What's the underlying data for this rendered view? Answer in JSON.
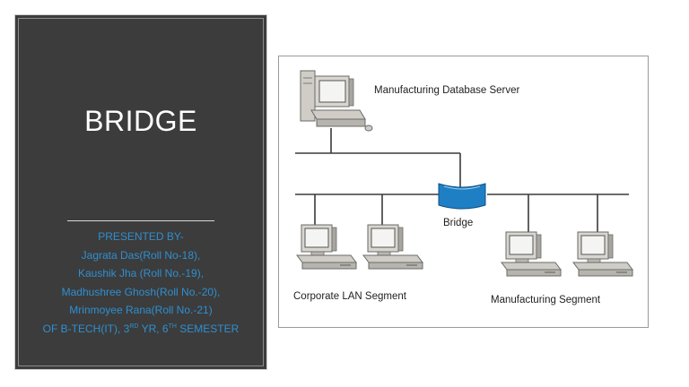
{
  "slide": {
    "title": "BRIDGE",
    "presented_by": "PRESENTED BY-",
    "presenters": [
      "Jagrata Das(Roll No-18),",
      "Kaushik Jha (Roll No.-19),",
      "Madhushree Ghosh(Roll No.-20),",
      "Mrinmoyee Rana(Roll No.-21)"
    ],
    "course": {
      "prefix": "OF B-TECH(IT), 3",
      "year_sup": "RD",
      "mid": " YR, 6",
      "sem_sup": "TH",
      "suffix": " SEMESTER"
    }
  },
  "diagram": {
    "server_label": "Manufacturing Database Server",
    "bridge_label": "Bridge",
    "corporate_label": "Corporate LAN Segment",
    "manufacturing_label": "Manufacturing Segment"
  },
  "colors": {
    "panel_bg": "#3c3c3c",
    "credits_text": "#2f8fd0",
    "bridge": "#1f7fc4"
  }
}
